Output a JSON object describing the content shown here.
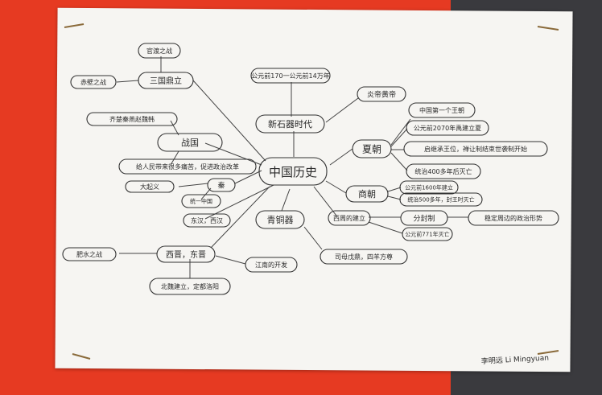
{
  "center": {
    "text": "中国历史"
  },
  "nodes": [
    {
      "id": "xinshi",
      "text": "新石器时代"
    },
    {
      "id": "xinshi_date",
      "text": "公元前170一公元前14万年"
    },
    {
      "id": "yanhuang",
      "text": "炎帝黄帝"
    },
    {
      "id": "xia",
      "text": "夏朝"
    },
    {
      "id": "xia1",
      "text": "中国第一个王朝"
    },
    {
      "id": "xia2",
      "text": "公元前2070年禹建立夏"
    },
    {
      "id": "xia3",
      "text": "启继承王位，禅让制结束世袭制开始"
    },
    {
      "id": "xia4",
      "text": "统治400多年后灭亡"
    },
    {
      "id": "shang",
      "text": "商朝"
    },
    {
      "id": "shang1",
      "text": "公元前1600年建立"
    },
    {
      "id": "shang2",
      "text": "统治500多年，封王时灭亡"
    },
    {
      "id": "xizhou",
      "text": "西周的建立"
    },
    {
      "id": "fengjian",
      "text": "分封制"
    },
    {
      "id": "fengjian1",
      "text": "稳定周边的政治形势"
    },
    {
      "id": "xizhou2",
      "text": "公元前771年灭亡"
    },
    {
      "id": "qingtong",
      "text": "青铜器"
    },
    {
      "id": "qingtong1",
      "text": "司母戊鼎，四羊方尊"
    },
    {
      "id": "sanguo",
      "text": "三国鼎立"
    },
    {
      "id": "guandu",
      "text": "官渡之战"
    },
    {
      "id": "chibi",
      "text": "赤壁之战"
    },
    {
      "id": "zhanguo",
      "text": "战国"
    },
    {
      "id": "zhanguo1",
      "text": "齐楚秦燕赵魏韩"
    },
    {
      "id": "zhanguo2",
      "text": "给人民带来很多痛苦，促进政治改革"
    },
    {
      "id": "qin",
      "text": "秦"
    },
    {
      "id": "dayi",
      "text": "大起义"
    },
    {
      "id": "qin1",
      "text": "统一中国"
    },
    {
      "id": "han",
      "text": "东汉，西汉"
    },
    {
      "id": "jin",
      "text": "西晋，东晋"
    },
    {
      "id": "feishui",
      "text": "肥水之战"
    },
    {
      "id": "jiangnan",
      "text": "江南的开发"
    },
    {
      "id": "jin1",
      "text": "北魏建立，定都洛阳"
    }
  ],
  "signature": {
    "text": "李明远 Li Mingyuan"
  }
}
